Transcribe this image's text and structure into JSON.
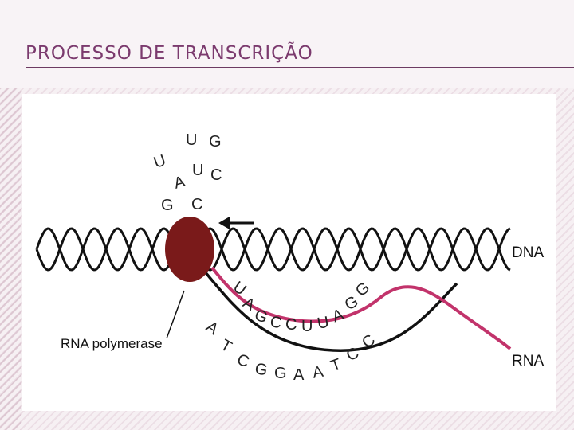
{
  "slide": {
    "title": "PROCESSO DE TRANSCRIÇÃO"
  },
  "diagram": {
    "labels": {
      "dna": "DNA",
      "rna": "RNA",
      "polymerase": "RNA polymerase"
    },
    "free_nucleotides": [
      "U",
      "U",
      "G",
      "A",
      "U",
      "C",
      "G",
      "C"
    ],
    "rna_strand": [
      "U",
      "A",
      "G",
      "C",
      "C",
      "U",
      "U",
      "A",
      "G",
      "G"
    ],
    "template_strand": [
      "A",
      "T",
      "C",
      "G",
      "G",
      "A",
      "A",
      "T",
      "C",
      "C"
    ],
    "colors": {
      "title": "#7b3a6e",
      "polymerase": "#7a1a1a",
      "rna": "#c2336b",
      "dna": "#111111"
    }
  }
}
